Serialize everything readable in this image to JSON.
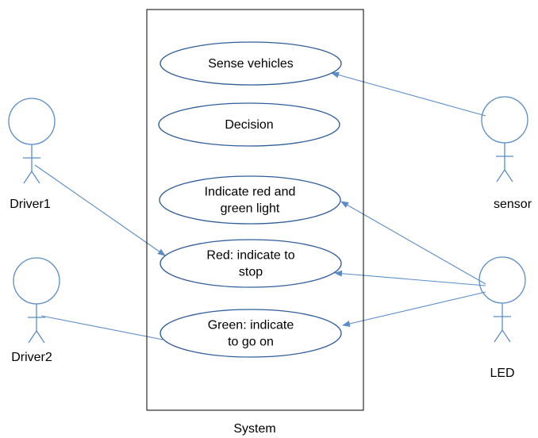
{
  "system": {
    "label": "System"
  },
  "use_cases": [
    {
      "id": "sense",
      "lines": [
        "Sense vehicles"
      ]
    },
    {
      "id": "decision",
      "lines": [
        "Decision"
      ]
    },
    {
      "id": "indicate",
      "lines": [
        "Indicate red and",
        "green light"
      ]
    },
    {
      "id": "red",
      "lines": [
        "Red: indicate to",
        "stop"
      ]
    },
    {
      "id": "green",
      "lines": [
        "Green: indicate",
        "to go on"
      ]
    }
  ],
  "actors": [
    {
      "id": "driver1",
      "label": "Driver1"
    },
    {
      "id": "driver2",
      "label": "Driver2"
    },
    {
      "id": "sensor",
      "label": "sensor"
    },
    {
      "id": "led",
      "label": "LED"
    }
  ],
  "associations": [
    {
      "from": "driver1",
      "to": "red",
      "arrow": true
    },
    {
      "from": "driver2",
      "to": "green",
      "arrow": false
    },
    {
      "from": "sensor",
      "to": "sense",
      "arrow": true
    },
    {
      "from": "led",
      "to": "indicate",
      "arrow": true
    },
    {
      "from": "led",
      "to": "red",
      "arrow": true
    },
    {
      "from": "led",
      "to": "green",
      "arrow": true
    }
  ],
  "colors": {
    "line": "#5b8cc6",
    "ellipse_stroke": "#2f5d99",
    "boundary": "#000000",
    "text": "#000000"
  }
}
